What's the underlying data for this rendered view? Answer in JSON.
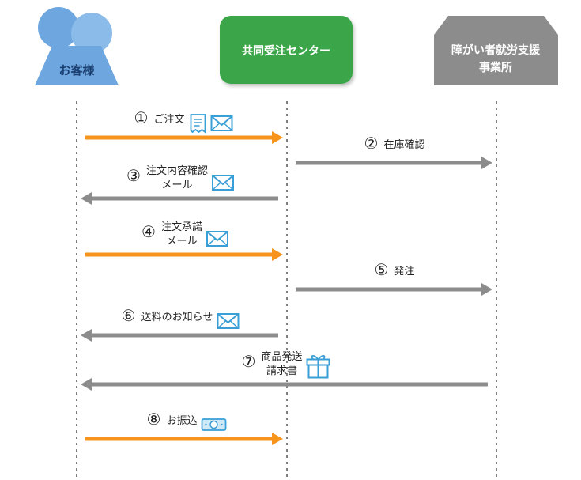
{
  "actors": {
    "customer": {
      "label": "お客様"
    },
    "center": {
      "label": "共同受注センター"
    },
    "office": {
      "label_line1": "障がい者就労支援",
      "label_line2": "事業所"
    }
  },
  "steps": [
    {
      "num": "①",
      "line1": "ご注文",
      "line2": "",
      "from": "customer",
      "to": "center",
      "icons": [
        "receipt-icon",
        "mail-icon"
      ]
    },
    {
      "num": "②",
      "line1": "在庫確認",
      "line2": "",
      "from": "center",
      "to": "office",
      "icons": []
    },
    {
      "num": "③",
      "line1": "注文内容確認",
      "line2": "メール",
      "from": "center",
      "to": "customer",
      "icons": [
        "mail-icon"
      ]
    },
    {
      "num": "④",
      "line1": "注文承諾",
      "line2": "メール",
      "from": "customer",
      "to": "center",
      "icons": [
        "mail-icon"
      ]
    },
    {
      "num": "⑤",
      "line1": "発注",
      "line2": "",
      "from": "center",
      "to": "office",
      "icons": []
    },
    {
      "num": "⑥",
      "line1": "送料のお知らせ",
      "line2": "",
      "from": "center",
      "to": "customer",
      "icons": [
        "mail-icon"
      ]
    },
    {
      "num": "⑦",
      "line1": "商品発送",
      "line2": "請求書",
      "from": "office",
      "to": "customer",
      "icons": [
        "gift-icon"
      ]
    },
    {
      "num": "⑧",
      "line1": "お振込",
      "line2": "",
      "from": "customer",
      "to": "center",
      "icons": [
        "money-icon"
      ]
    }
  ],
  "colors": {
    "customer_arrow": "#f7941d",
    "gray_arrow": "#8c8c8c",
    "customer_fill": "#6ea6e0",
    "center_fill": "#3aa64a",
    "office_fill": "#8c8c8c",
    "icon_blue": "#3a9fd6",
    "lifeline": "#555555"
  }
}
